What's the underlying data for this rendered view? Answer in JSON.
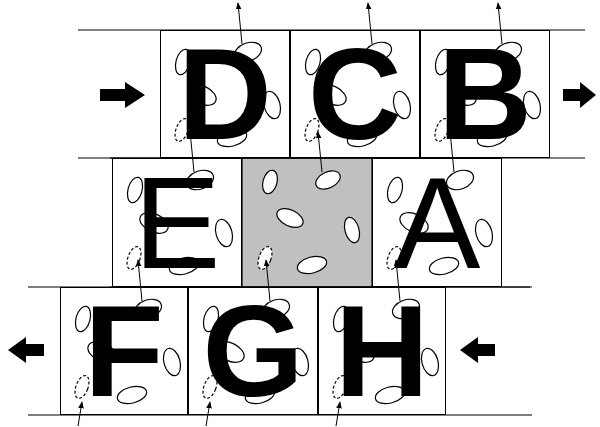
{
  "diagram": {
    "nodes": [
      {
        "text": [
          "D"
        ]
      },
      {
        "text": [
          "C"
        ]
      },
      {
        "text": [
          "B"
        ]
      },
      {
        "text": [
          "E"
        ]
      },
      {
        "text": [
          "A"
        ]
      },
      {
        "text": [
          "F"
        ]
      },
      {
        "text": [
          "G"
        ]
      },
      {
        "text": [
          "H"
        ]
      }
    ]
  }
}
